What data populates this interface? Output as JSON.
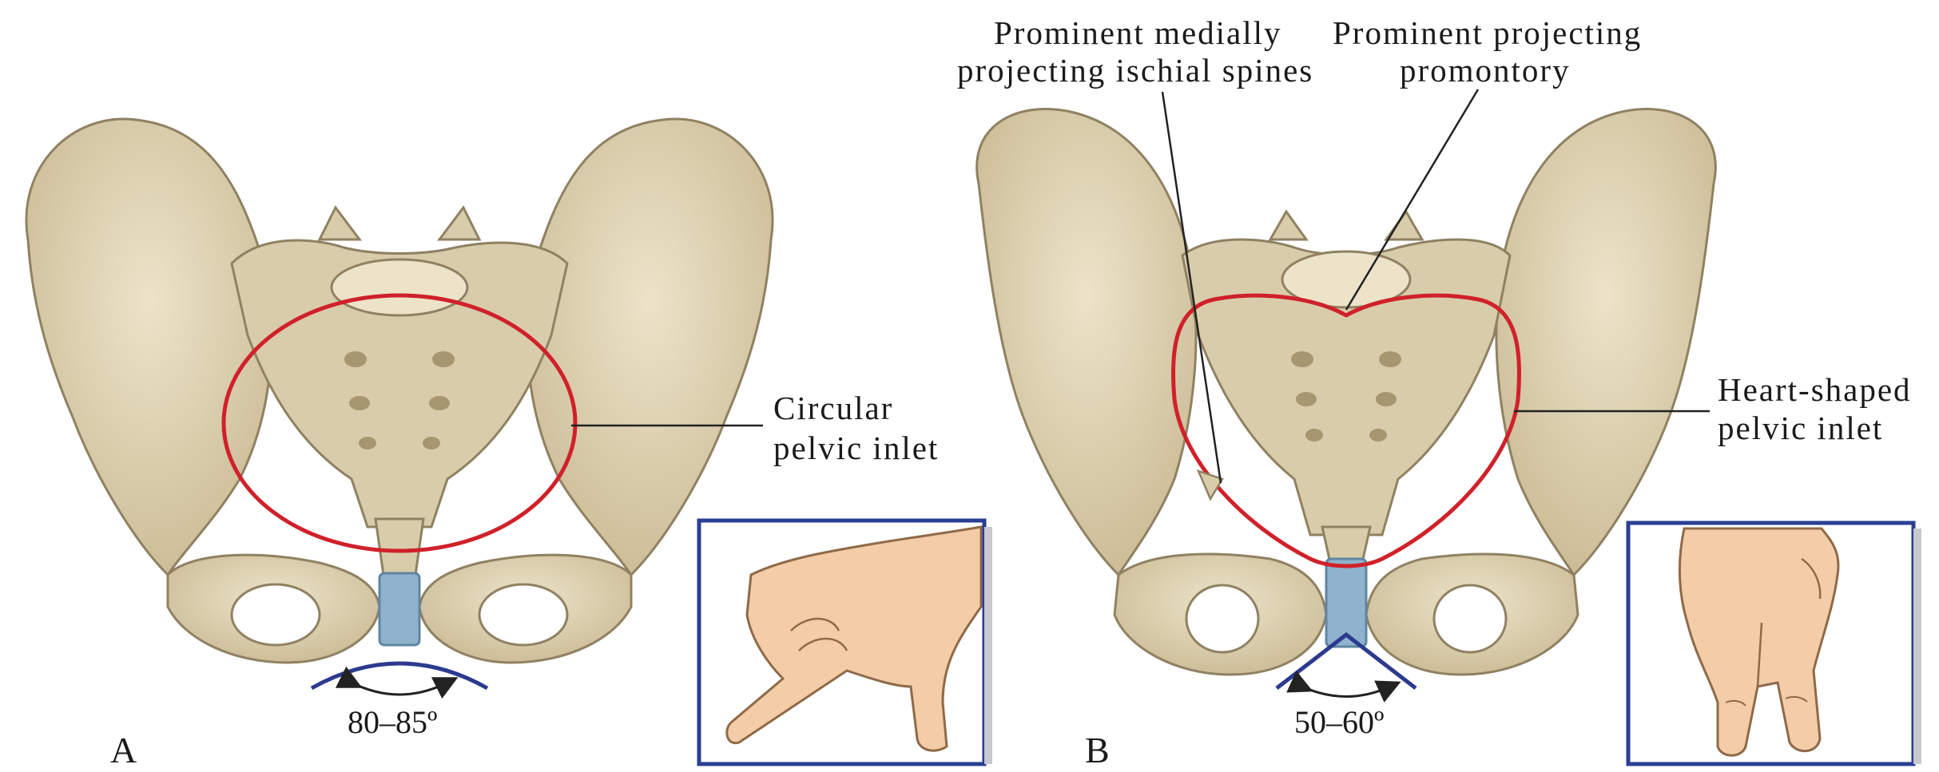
{
  "panels": [
    {
      "letter": "A",
      "inlet_label_line1": "Circular",
      "inlet_label_line2": "pelvic inlet",
      "angle": "80–85º"
    },
    {
      "letter": "B",
      "inlet_label_line1": "Heart-shaped",
      "inlet_label_line2": "pelvic inlet",
      "spines_label_line1": "Prominent medially",
      "spines_label_line2": "projecting ischial spines",
      "promontory_label_line1": "Prominent projecting",
      "promontory_label_line2": "promontory",
      "angle": "50–60º"
    }
  ],
  "colors": {
    "bone": "#d9ccaa",
    "bone_shadow": "#b6a782",
    "bone_outline": "#8f8162",
    "inlet_outline": "#d0212a",
    "pubic_arch": "#2b3a8f",
    "symphysis": "#8fb3cc",
    "skin": "#f3cda8",
    "inset_border": "#2a3f94"
  }
}
